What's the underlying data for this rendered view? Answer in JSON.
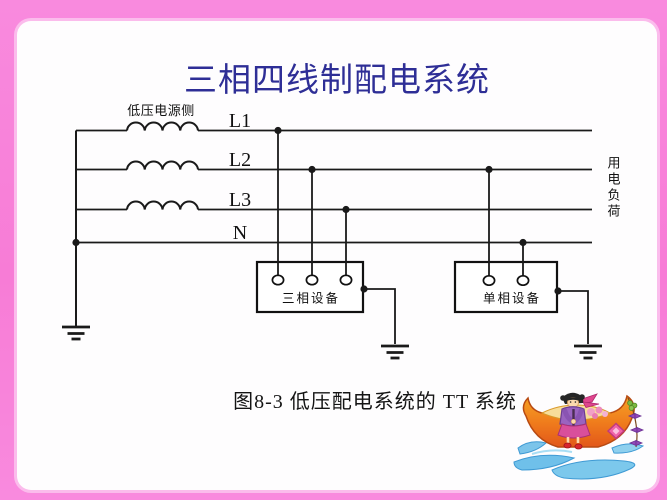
{
  "colors": {
    "frame_pink": "#f782da",
    "panel_white": "#fefdfe",
    "title_navy": "#2e2e96",
    "ink_black": "#1a1a1a"
  },
  "title": "三相四线制配电系统",
  "diagram": {
    "source_side_label": "低压电源侧",
    "load_side_label": "用电负荷",
    "lines": [
      {
        "label": "L1"
      },
      {
        "label": "L2"
      },
      {
        "label": "L3"
      },
      {
        "label": "N"
      }
    ],
    "equipment_boxes": [
      {
        "label": "三相设备",
        "terminals": 3
      },
      {
        "label": "单相设备",
        "terminals": 2
      }
    ],
    "ground_symbols": 3
  },
  "caption": "图8-3 低压配电系统的 TT 系统"
}
